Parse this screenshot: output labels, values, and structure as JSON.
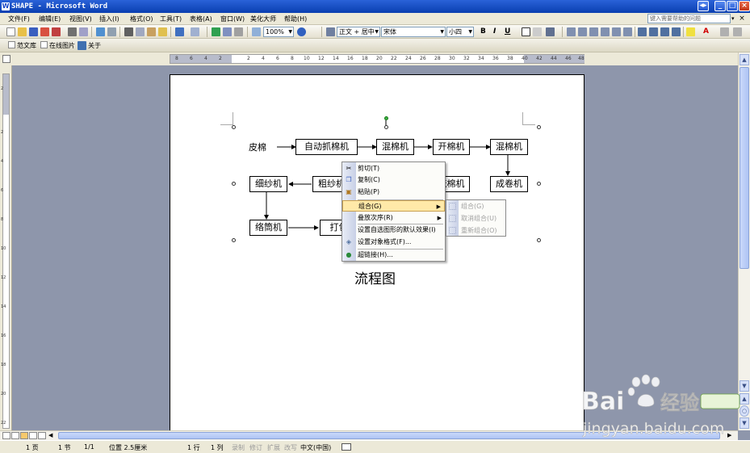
{
  "window": {
    "title": "SHAPE - Microsoft Word"
  },
  "menu": {
    "items": [
      "文件(F)",
      "编辑(E)",
      "视图(V)",
      "插入(I)",
      "格式(O)",
      "工具(T)",
      "表格(A)",
      "窗口(W)",
      "美化大师",
      "帮助(H)"
    ],
    "help_placeholder": "键入需要帮助的问题"
  },
  "toolbar": {
    "zoom": "100%",
    "style": "正文 + 居中",
    "font": "宋体",
    "size": "小四",
    "bold": "B",
    "italic": "I",
    "underline": "U",
    "fontcolor": "A",
    "second_row": {
      "item1": "范文库",
      "item2": "在线图片",
      "item3": "关于"
    }
  },
  "ruler": {
    "ticks": [
      "8",
      "6",
      "4",
      "2",
      "",
      "2",
      "4",
      "6",
      "8",
      "10",
      "12",
      "14",
      "16",
      "18",
      "20",
      "22",
      "24",
      "26",
      "28",
      "30",
      "32",
      "34",
      "36",
      "38",
      "40",
      "42",
      "44",
      "46",
      "48"
    ]
  },
  "flowchart": {
    "start": "皮棉",
    "row1": [
      "自动抓棉机",
      "混棉机",
      "开棉机",
      "混棉机"
    ],
    "row2": [
      "细纱机",
      "粗纱机",
      "梳棉机",
      "成卷机"
    ],
    "row3": [
      "络筒机",
      "打包"
    ],
    "caption": "流程图"
  },
  "context_menu": {
    "cut": "剪切(T)",
    "copy": "复制(C)",
    "paste": "粘贴(P)",
    "group": "组合(G)",
    "order": "叠放次序(R)",
    "default_effect": "设置自选图形的默认效果(I)",
    "format_object": "设置对象格式(F)...",
    "hyperlink": "超链接(H)..."
  },
  "submenu": {
    "group": "组合(G)",
    "ungroup": "取消组合(U)",
    "regroup": "重新组合(O)"
  },
  "status": {
    "page": "1 页",
    "section": "1 节",
    "page_of": "1/1",
    "position": "位置 2.5厘米",
    "line": "1 行",
    "column": "1 列",
    "rec": "录制",
    "trk": "修订",
    "ext": "扩展",
    "ovr": "改写",
    "lang": "中文(中国)"
  },
  "watermark": {
    "brand": "Bai",
    "brand2": "经验",
    "url": "jingyan.baidu.com"
  }
}
